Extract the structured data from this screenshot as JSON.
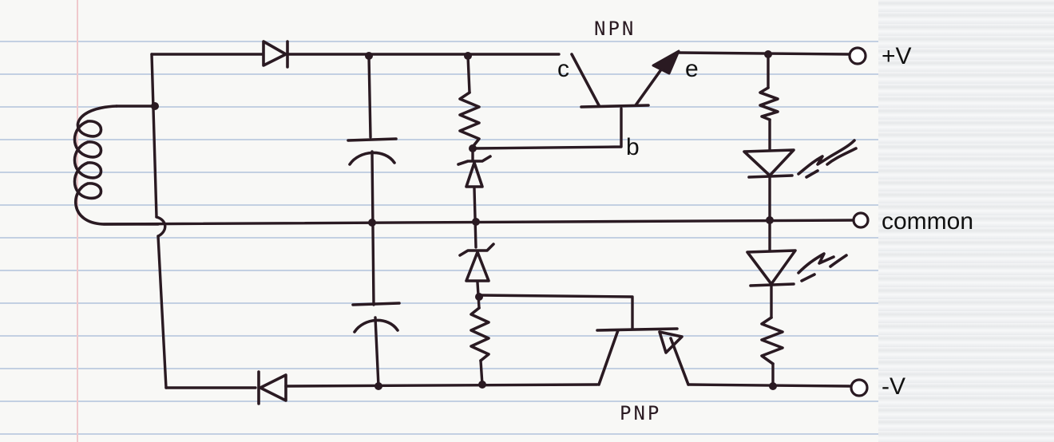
{
  "diagram": {
    "title": "Split power supply schematic (hand-drawn)",
    "labels": {
      "npn": "NPN",
      "pnp": "PNP",
      "collector": "c",
      "emitter": "e",
      "base": "b",
      "positive": "+V",
      "common": "common",
      "negative": "-V"
    }
  },
  "colors": {
    "ink": "#2a1a22",
    "paper": "#f8f8f6",
    "rule": "#c3d0e2",
    "margin": "#f0c9cc"
  }
}
